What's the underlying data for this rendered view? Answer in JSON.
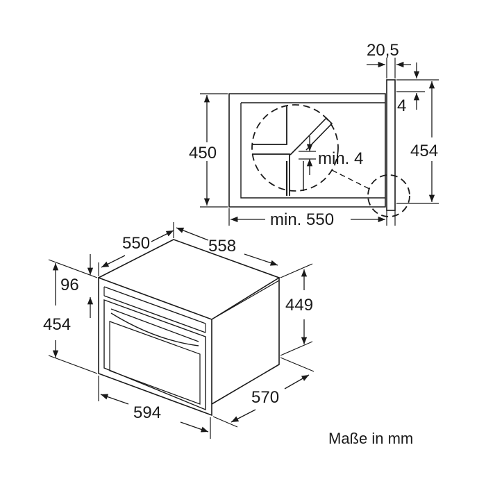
{
  "note": "Maße in mm",
  "side_view": {
    "dim_total_height": "454",
    "dim_cavity_height": "450",
    "dim_front_thickness": "20,5",
    "dim_top_offset": "4",
    "dim_gap": "min. 4",
    "dim_depth": "min. 550"
  },
  "perspective_view": {
    "dim_cutout_depth": "550",
    "dim_width_top": "558",
    "dim_front_height": "454",
    "dim_panel_height": "96",
    "dim_body_height": "449",
    "dim_width_front": "594",
    "dim_depth_total": "570"
  }
}
